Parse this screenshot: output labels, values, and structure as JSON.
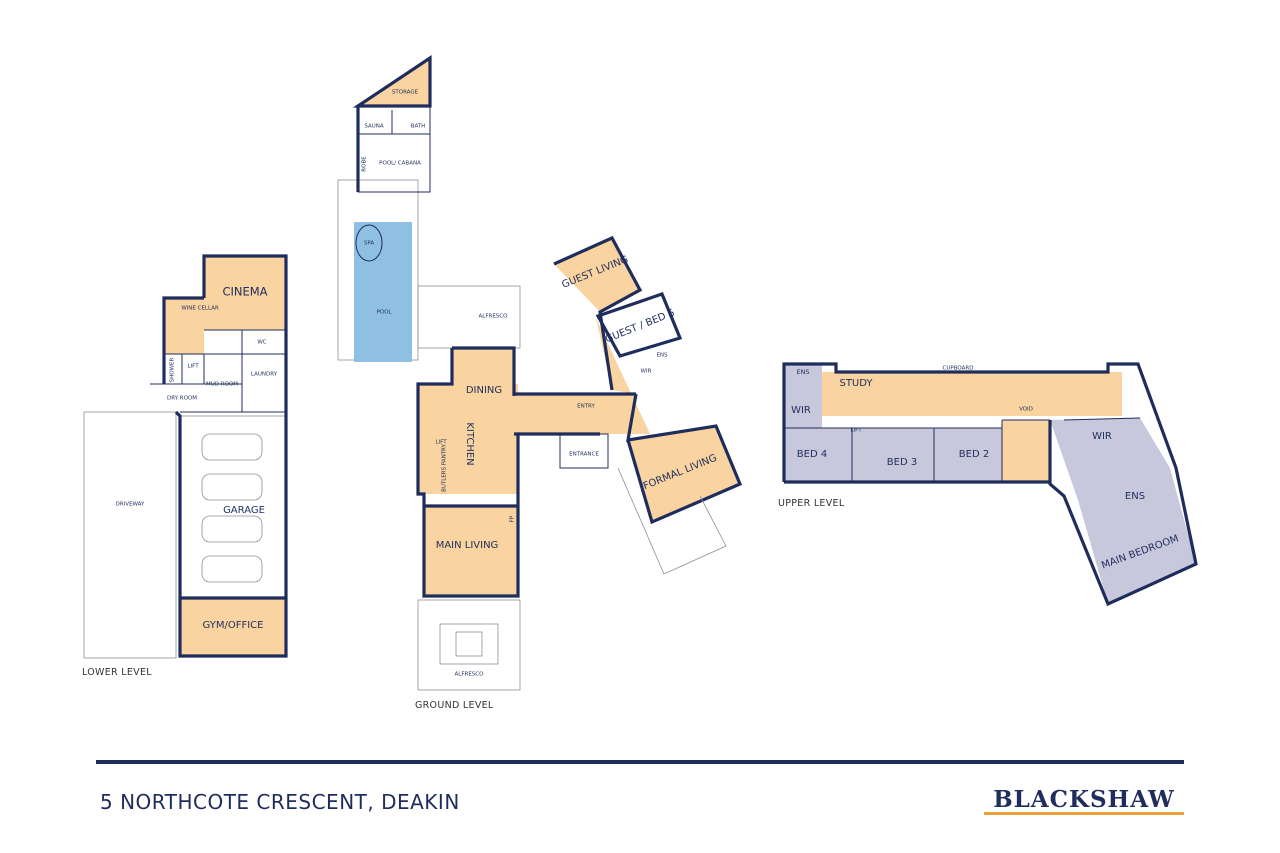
{
  "rooms": {
    "cinema": "CINEMA",
    "wine_cellar": "WINE CELLAR",
    "wc": "WC",
    "laundry": "LAUNDRY",
    "lift": "LIFT",
    "mud_room": "MUD ROOM",
    "dry_room": "DRY ROOM",
    "shower": "SHOWER",
    "driveway": "DRIVEWAY",
    "garage": "GARAGE",
    "gym_office": "GYM/OFFICE",
    "storage": "STORAGE",
    "sauna": "SAUNA",
    "bath": "BATH",
    "robe": "ROBE",
    "pool_cabana": "POOL/ CABANA",
    "spa": "SPA",
    "pool": "POOL",
    "alfresco": "ALFRESCO",
    "dining": "DINING",
    "kitchen": "KITCHEN",
    "butlers_pantry": "BUTLERS PANTRY",
    "entry": "ENTRY",
    "entrance": "ENTRANCE",
    "fp": "FP",
    "main_living": "MAIN LIVING",
    "guest_living": "GUEST LIVING",
    "guest_bed5": "GUEST / BED 5",
    "ens": "ENS",
    "wir": "WIR",
    "formal_living": "FORMAL LIVING",
    "study": "STUDY",
    "cupboard": "CUPBOARD",
    "void": "VOID",
    "bed4": "BED 4",
    "bed3": "BED 3",
    "bed2": "BED 2",
    "main_bedroom": "MAIN BEDROOM"
  },
  "levels": {
    "lower": "LOWER LEVEL",
    "ground": "GROUND LEVEL",
    "upper": "UPPER LEVEL"
  },
  "footer": {
    "address": "5 NORTHCOTE CRESCENT, DEAKIN",
    "brand": "BLACKSHAW"
  },
  "colors": {
    "wall": "#1f2d5c",
    "room_orange": "#f9d3a0",
    "pool_blue": "#8fc0e3",
    "bedroom_lavender": "#c8c8dd",
    "brand_accent": "#e8a13a"
  }
}
